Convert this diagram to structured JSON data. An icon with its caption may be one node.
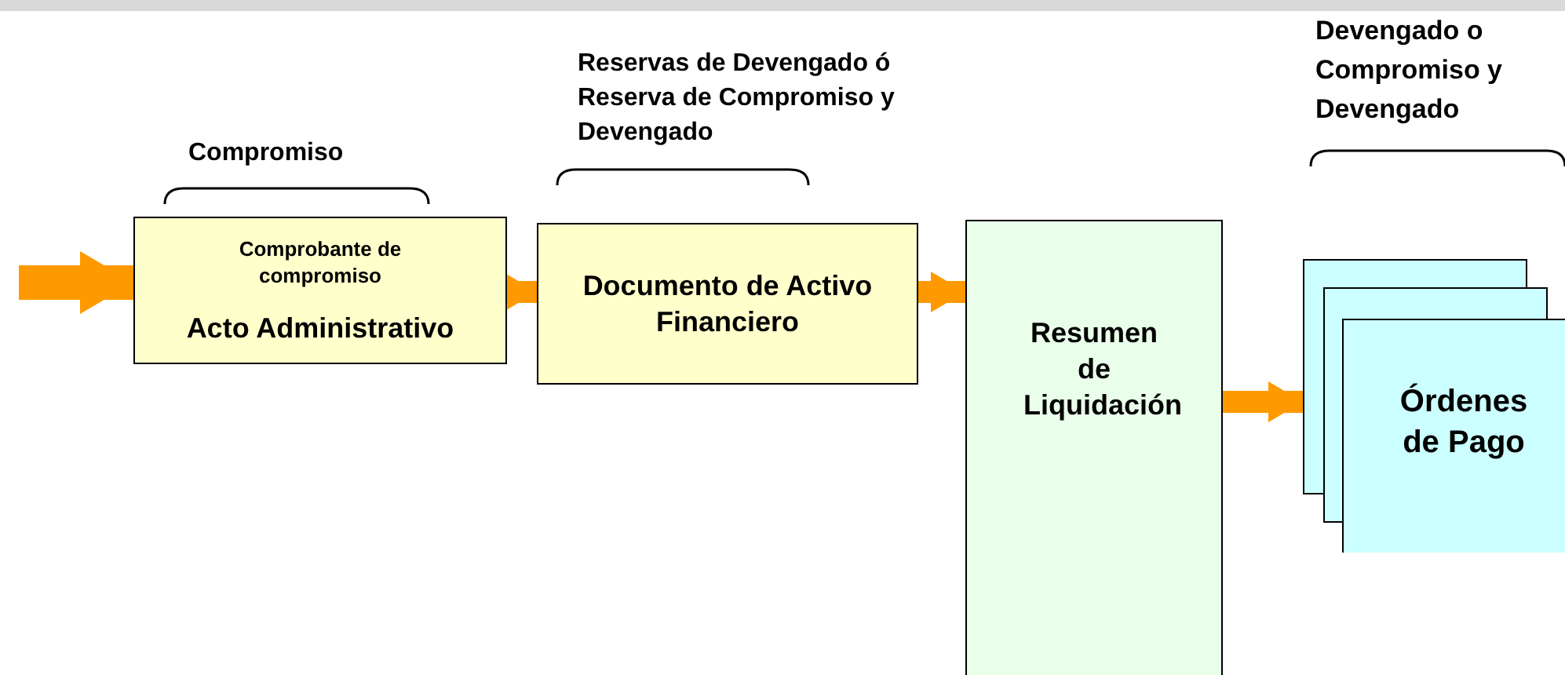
{
  "diagram": {
    "nodes": [
      {
        "text": [
          "Comprobante de compromiso",
          "Acto Administrativo"
        ],
        "beside": [
          "Compromiso"
        ]
      },
      {
        "text": [
          "Documento de Activo Financiero"
        ],
        "beside": [
          "Reservas de Devengado ó Reserva de Compromiso y Devengado"
        ]
      },
      {
        "text": [
          "Resumen de Liquidación"
        ]
      },
      {
        "text": [
          "Órdenes de Pago"
        ]
      }
    ],
    "edges": [
      {
        "from": null,
        "to": 0,
        "arrow": "to"
      },
      {
        "from": 0,
        "to": 1,
        "arrow": "to"
      },
      {
        "from": 1,
        "to": 2,
        "arrow": "to"
      },
      {
        "from": 2,
        "to": 3,
        "arrow": "to"
      }
    ],
    "labels": [
      "Devengado o Compromiso y Devengado"
    ]
  }
}
